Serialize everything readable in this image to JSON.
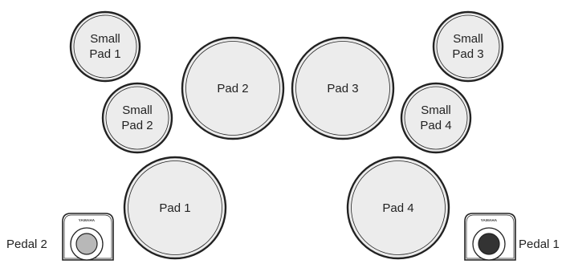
{
  "colors": {
    "pad_fill": "#ececec",
    "pad_stroke": "#222222",
    "pedal_gray": "#b8b8b8",
    "pedal_dark": "#333333"
  },
  "pads": {
    "small_pad_1": {
      "line1": "Small",
      "line2": "Pad 1"
    },
    "small_pad_2": {
      "line1": "Small",
      "line2": "Pad 2"
    },
    "small_pad_3": {
      "line1": "Small",
      "line2": "Pad 3"
    },
    "small_pad_4": {
      "line1": "Small",
      "line2": "Pad 4"
    },
    "pad_1": "Pad 1",
    "pad_2": "Pad 2",
    "pad_3": "Pad 3",
    "pad_4": "Pad 4"
  },
  "pedals": {
    "pedal_1": {
      "label": "Pedal 1",
      "brand": "YAMAHA"
    },
    "pedal_2": {
      "label": "Pedal 2",
      "brand": "YAMAHA"
    }
  }
}
